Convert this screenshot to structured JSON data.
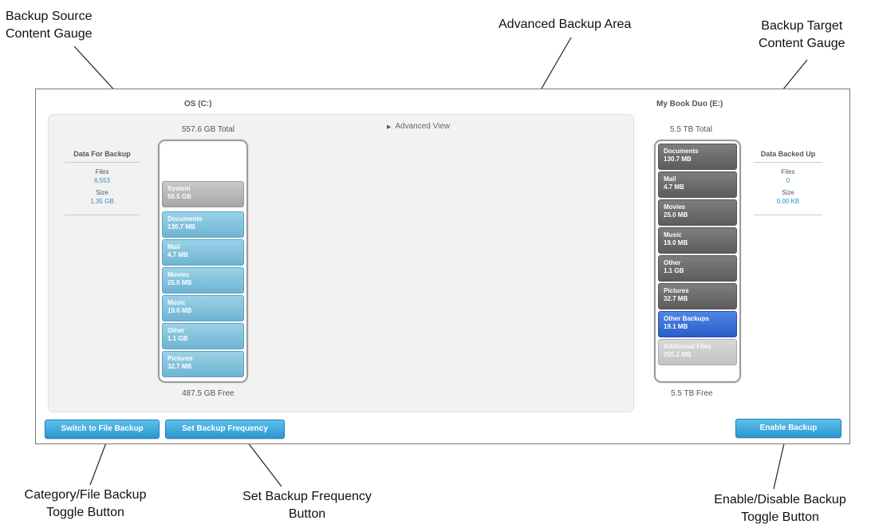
{
  "callouts": {
    "source_gauge": [
      "Backup Source",
      "Content Gauge"
    ],
    "advanced_area": [
      "Advanced Backup Area"
    ],
    "target_gauge": [
      "Backup Target",
      "Content Gauge"
    ],
    "toggle_button": [
      "Category/File Backup",
      "Toggle Button"
    ],
    "frequency_button": [
      "Set Backup Frequency",
      "Button"
    ],
    "enable_button": [
      "Enable/Disable Backup",
      "Toggle Button"
    ]
  },
  "source": {
    "drive_name": "OS (C:)",
    "total": "557.6 GB Total",
    "free": "487.5 GB Free",
    "stats": {
      "title": "Data For Backup",
      "files_label": "Files",
      "files_value": "6,553",
      "size_label": "Size",
      "size_value": "1.35 GB"
    },
    "segments": [
      {
        "name": "System",
        "size": "50.5 GB",
        "color": "#b8b8b8"
      },
      {
        "name": "Documents",
        "size": "130.7 MB",
        "color": "#7fc1dd"
      },
      {
        "name": "Mail",
        "size": "4.7 MB",
        "color": "#7fc1dd"
      },
      {
        "name": "Movies",
        "size": "25.0 MB",
        "color": "#7fc1dd"
      },
      {
        "name": "Music",
        "size": "19.0 MB",
        "color": "#7fc1dd"
      },
      {
        "name": "Other",
        "size": "1.1 GB",
        "color": "#7fc1dd"
      },
      {
        "name": "Pictures",
        "size": "32.7 MB",
        "color": "#7fc1dd"
      }
    ]
  },
  "target": {
    "drive_name": "My Book Duo (E:)",
    "total": "5.5 TB Total",
    "free": "5.5 TB Free",
    "stats": {
      "title": "Data Backed Up",
      "files_label": "Files",
      "files_value": "0",
      "size_label": "Size",
      "size_value": "0.00 KB"
    },
    "segments": [
      {
        "name": "Documents",
        "size": "130.7 MB",
        "color": "#6d6d6d"
      },
      {
        "name": "Mail",
        "size": "4.7 MB",
        "color": "#6d6d6d"
      },
      {
        "name": "Movies",
        "size": "25.0 MB",
        "color": "#6d6d6d"
      },
      {
        "name": "Music",
        "size": "19.0 MB",
        "color": "#6d6d6d"
      },
      {
        "name": "Other",
        "size": "1.1 GB",
        "color": "#6d6d6d"
      },
      {
        "name": "Pictures",
        "size": "32.7 MB",
        "color": "#6d6d6d"
      },
      {
        "name": "Other Backups",
        "size": "19.1 MB",
        "color": "#3a70d8"
      },
      {
        "name": "Additional Files",
        "size": "255.2 MB",
        "color": "#cdcdcd"
      }
    ]
  },
  "advanced_view": {
    "label": "Advanced View",
    "icon": "triangle-right-icon"
  },
  "buttons": {
    "switch_backup": "Switch to File Backup",
    "set_frequency": "Set Backup Frequency",
    "enable_backup": "Enable Backup"
  },
  "colors": {
    "accent_blue": "#2c98d0",
    "value_blue": "#2a8dcc"
  }
}
